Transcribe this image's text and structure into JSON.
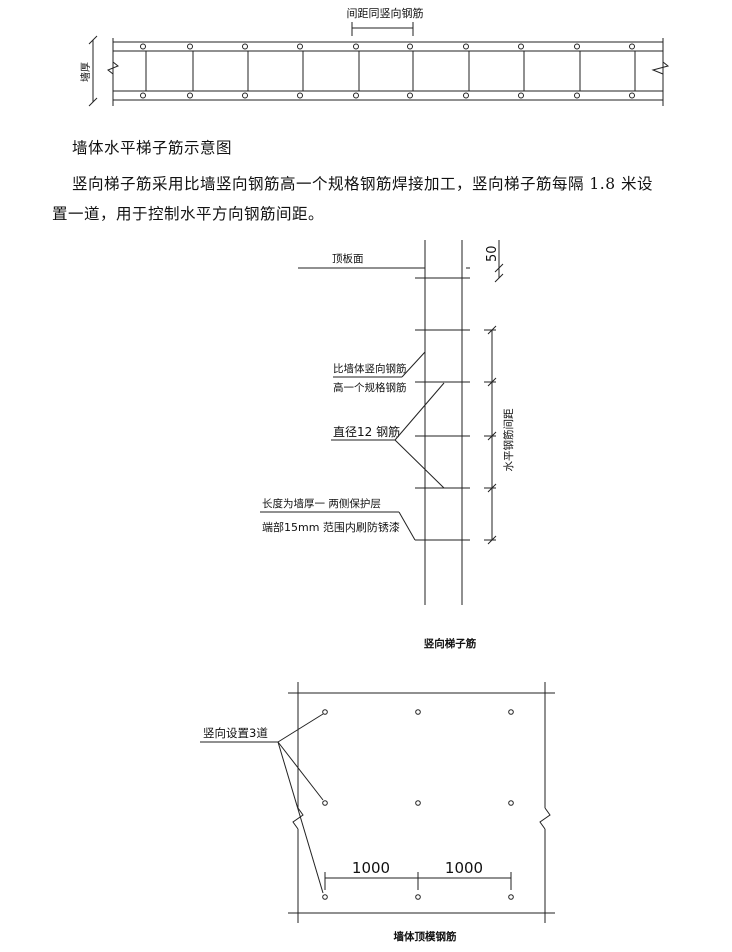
{
  "figure1": {
    "spacing_label": "间距同竖向钢筋",
    "thickness_label": "墙厚"
  },
  "caption1": "墙体水平梯子筋示意图",
  "paragraph": {
    "line1": "竖向梯子筋采用比墙竖向钢筋高一个规格钢筋焊接加工，竖向梯子筋每隔 1.8 米设",
    "line2": "置一道，用于控制水平方向钢筋间距。"
  },
  "figure2": {
    "top_slab": "顶板面",
    "dim_top": "50",
    "label_a1": "比墙体竖向钢筋",
    "label_a2": "高一个规格钢筋",
    "label_b": "直径12 钢筋",
    "label_c1": "长度为墙厚一 两侧保护层",
    "label_c2": "端部15mm 范围内刷防锈漆",
    "dim_side": "水平钢筋间距",
    "caption": "竖向梯子筋"
  },
  "figure3": {
    "label": "竖向设置3道",
    "dim1": "1000",
    "dim2": "1000",
    "caption": "墙体顶模钢筋"
  }
}
